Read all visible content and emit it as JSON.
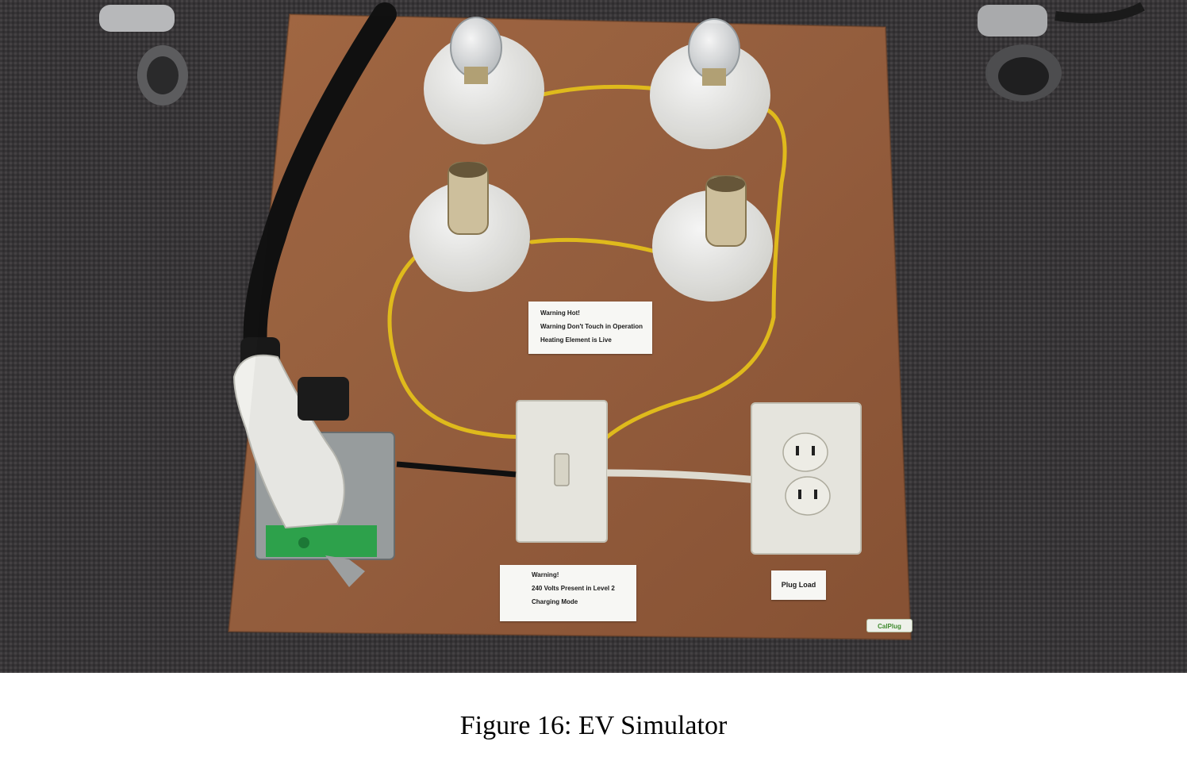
{
  "photo": {
    "label_heat": {
      "lines": [
        "Warning Hot!",
        "Warning Don't Touch in Operation",
        "Heating Element is Live"
      ]
    },
    "label_voltage": {
      "lines": [
        "Warning!",
        "240 Volts Present in Level 2",
        "Charging Mode"
      ]
    },
    "label_plug": {
      "text": "Plug Load"
    },
    "brand_badge": {
      "text": "CalPlug"
    }
  },
  "caption": "Figure 16: EV Simulator"
}
